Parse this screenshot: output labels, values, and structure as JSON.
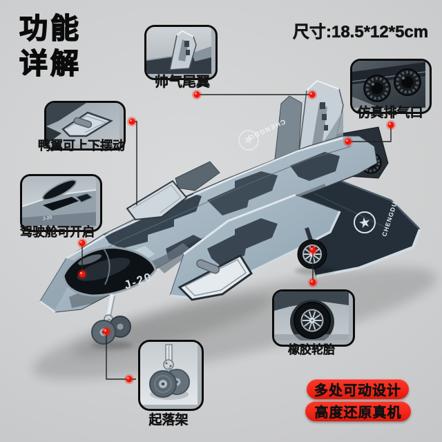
{
  "header": {
    "title_line1": "功能",
    "title_line2": "详解",
    "size": "尺寸:18.5*12*5cm"
  },
  "callouts": {
    "tail": {
      "label": "帅气尾翼"
    },
    "exhaust": {
      "label": "仿真排气口"
    },
    "canard": {
      "label": "鸭翼可上下摆动"
    },
    "cockpit": {
      "label": "驾驶舱可开启"
    },
    "gear": {
      "label": "起落架"
    },
    "tire": {
      "label": "橡胶轮胎"
    }
  },
  "badges": {
    "movable": "多处可动设计",
    "realistic": "高度还原真机"
  },
  "aircraft": {
    "model_marking": "J-20",
    "brand_marking": "CHENGDU",
    "star": "★"
  },
  "colors": {
    "badge_red": "#f3271a",
    "marker_red": "#f31408",
    "camo_dark": "#2c3945",
    "camo_light": "#a9bac6",
    "background": "#cdcecf"
  }
}
